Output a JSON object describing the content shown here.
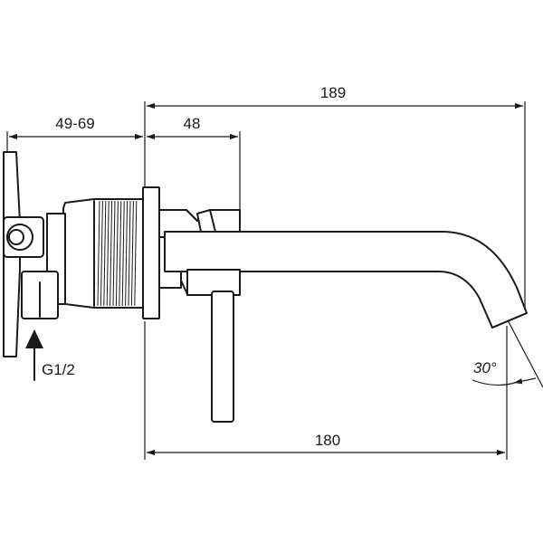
{
  "dimensions": {
    "overall_top": "189",
    "spout_body": "48",
    "wall_depth": "49-69",
    "overall_bottom": "180",
    "angle": "30°",
    "connection": "G1/2"
  },
  "colors": {
    "ink": "#1a1a1a",
    "background": "#ffffff"
  }
}
